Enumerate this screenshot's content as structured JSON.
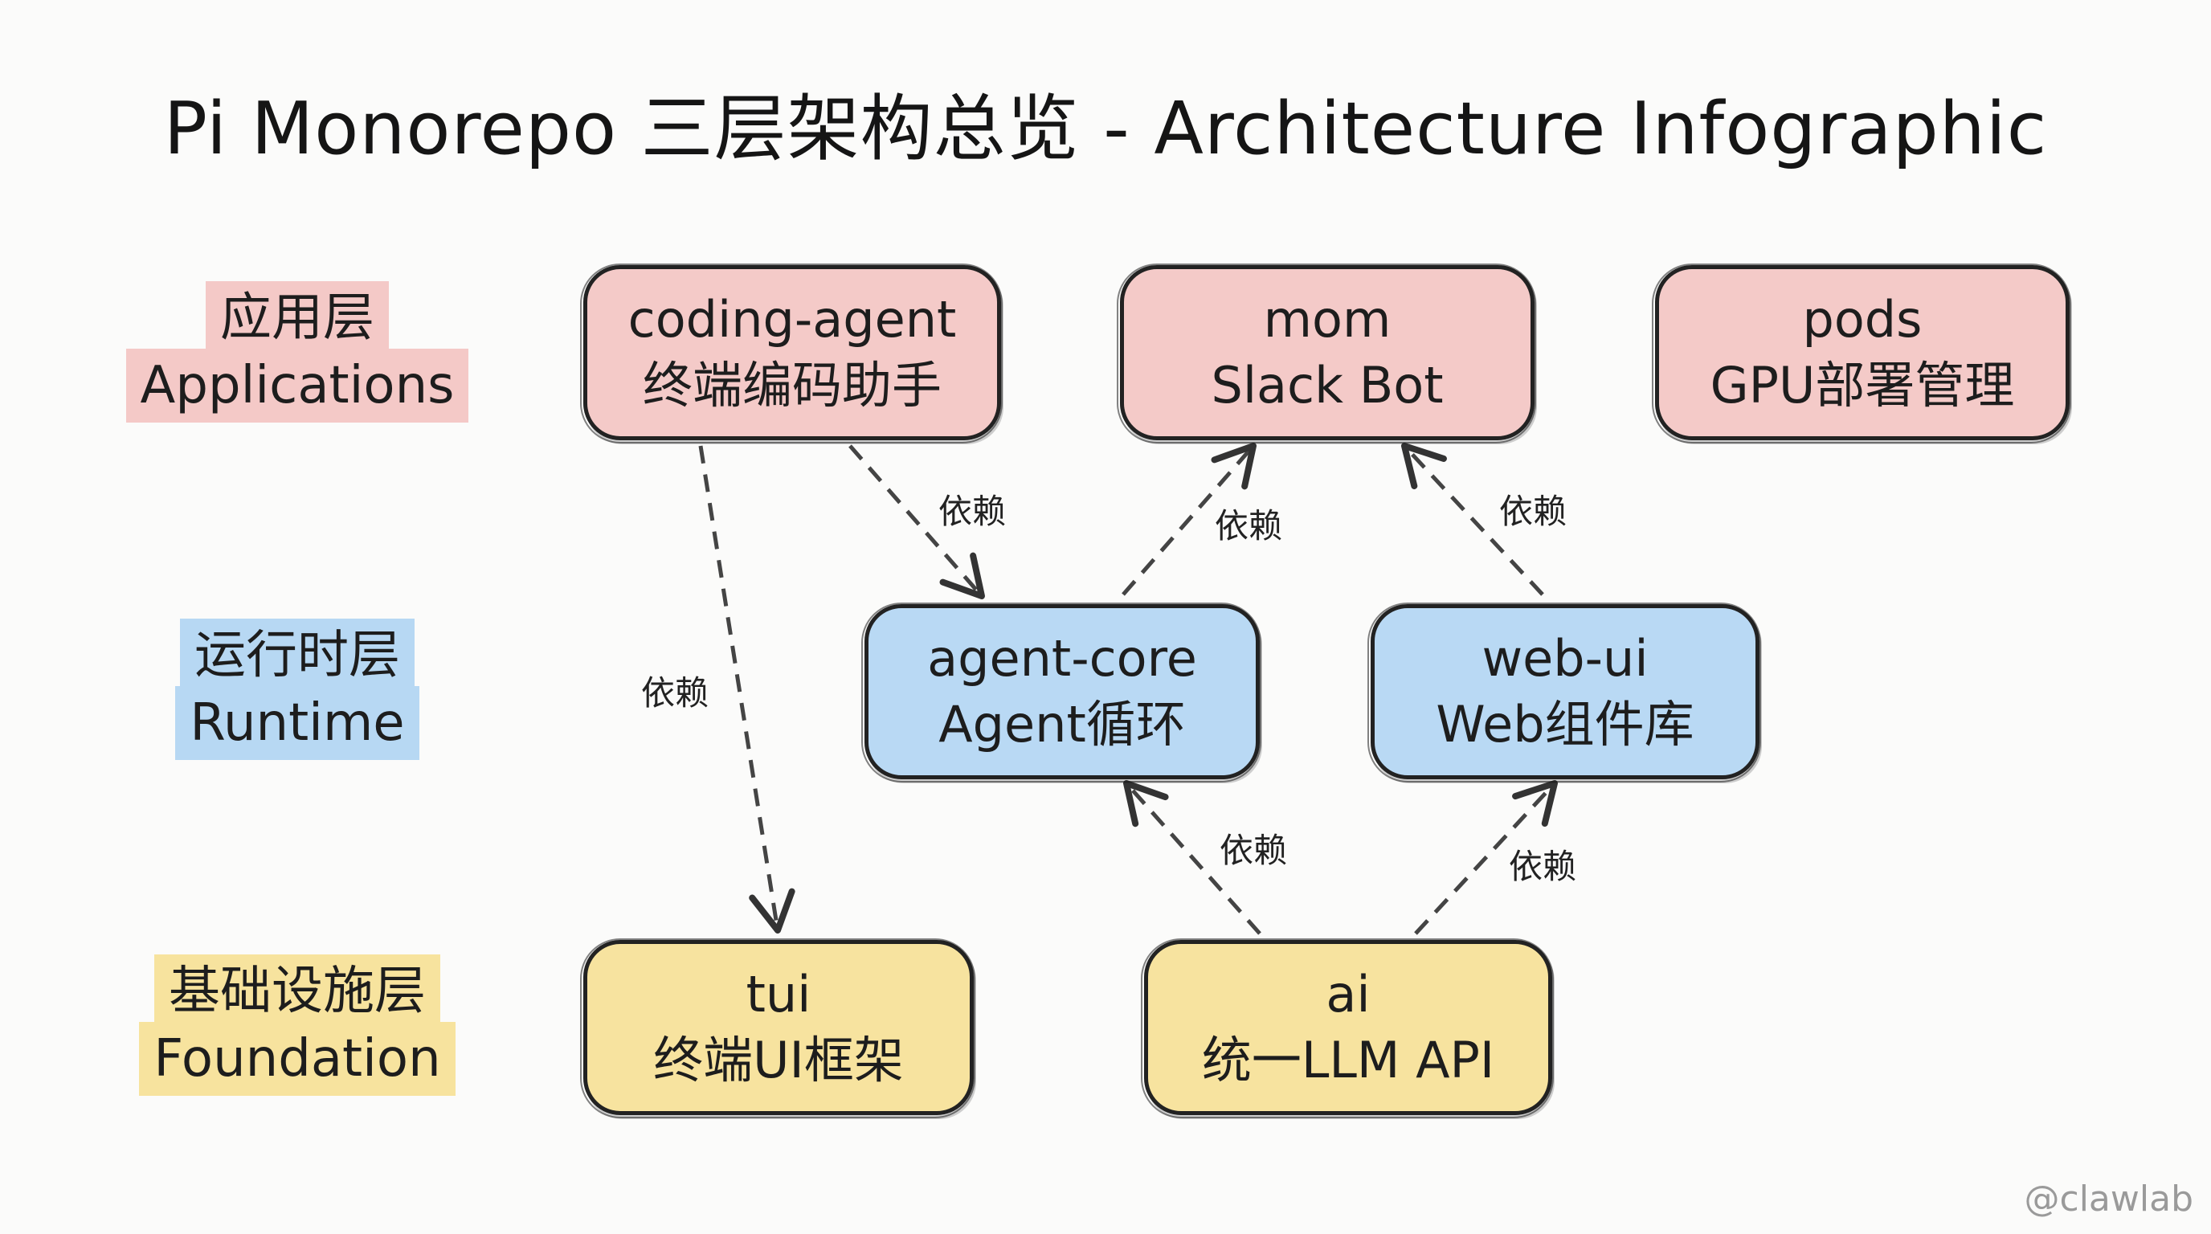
{
  "title": "Pi Monorepo 三层架构总览 - Architecture Infographic",
  "layers": {
    "applications": {
      "zh": "应用层",
      "en": "Applications"
    },
    "runtime": {
      "zh": "运行时层",
      "en": "Runtime"
    },
    "foundation": {
      "zh": "基础设施层",
      "en": "Foundation"
    }
  },
  "nodes": {
    "coding_agent": {
      "name": "coding-agent",
      "desc": "终端编码助手"
    },
    "mom": {
      "name": "mom",
      "desc": "Slack Bot"
    },
    "pods": {
      "name": "pods",
      "desc": "GPU部署管理"
    },
    "agent_core": {
      "name": "agent-core",
      "desc": "Agent循环"
    },
    "web_ui": {
      "name": "web-ui",
      "desc": "Web组件库"
    },
    "tui": {
      "name": "tui",
      "desc": "终端UI框架"
    },
    "ai": {
      "name": "ai",
      "desc": "统一LLM API"
    }
  },
  "edge_label": "依赖",
  "watermark": "@clawlab",
  "colors": {
    "applications": "#f4cac8",
    "runtime": "#b9d9f4",
    "foundation": "#f7e39f"
  }
}
